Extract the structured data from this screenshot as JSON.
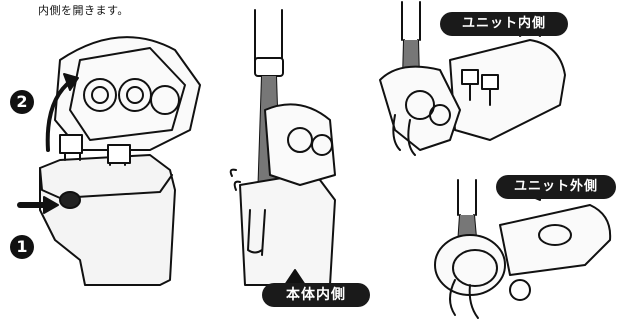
{
  "caption": "内側を開きます。",
  "labels": {
    "unit_inside": "ユニット内側",
    "unit_outside": "ユニット外側",
    "body_inside": "本体内側"
  },
  "steps": {
    "step1": "1",
    "step2": "2"
  }
}
